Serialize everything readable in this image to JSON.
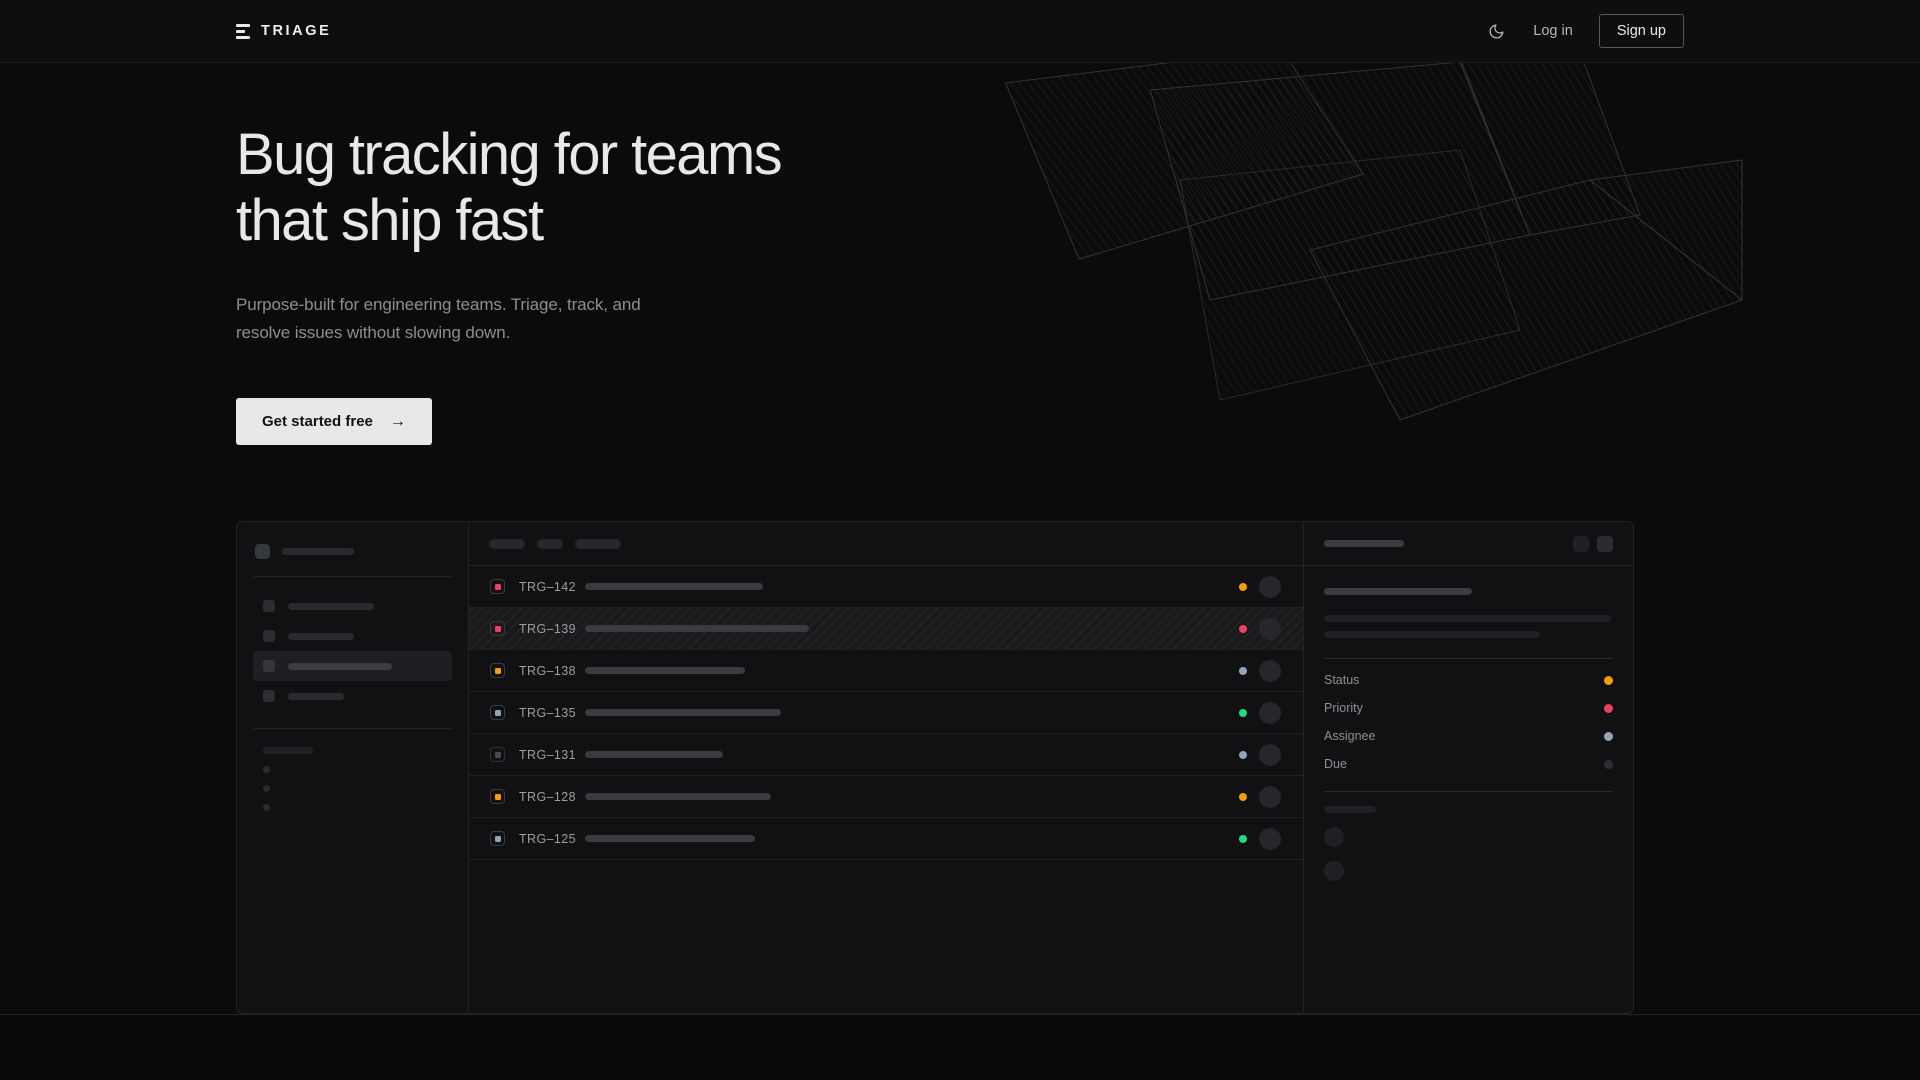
{
  "nav": {
    "brand": "TRIAGE",
    "theme_toggle_icon": "moon-icon",
    "login_label": "Log in",
    "signup_label": "Sign up"
  },
  "hero": {
    "headline": "Bug tracking for teams\nthat ship fast",
    "subhead": "Purpose-built for engineering teams. Triage, track, and\nresolve issues without slowing down.",
    "cta_label": "Get started free",
    "cta_arrow": "→"
  },
  "colors": {
    "page_bg": "#0b0b0c",
    "panel_bg": "#111113",
    "border": "#232327",
    "accent_orange": "#f59e0b",
    "accent_pink": "#ec4060",
    "accent_slate": "#94a3b8",
    "accent_green": "#22dd7a",
    "accent_muted": "#4a4b50",
    "cta_bg": "#e8e8e8",
    "text_primary": "#e8e8e9",
    "text_muted": "#8d8e91"
  },
  "app": {
    "sidebar": {
      "workspace_label_width": 72,
      "nav_items": [
        {
          "label_width": 86,
          "active": false
        },
        {
          "label_width": 66,
          "active": false
        },
        {
          "label_width": 104,
          "active": true
        },
        {
          "label_width": 56,
          "active": false
        }
      ],
      "section_label_width": 50,
      "mini_items": 3
    },
    "toolbar": {
      "chips": [
        36,
        26,
        46
      ]
    },
    "issues": [
      {
        "id": "TRG–142",
        "status_color": "#ec4060",
        "status_muted": false,
        "title_width": 178,
        "priority_color": "#f59e0b",
        "selected": false
      },
      {
        "id": "TRG–139",
        "status_color": "#ec4060",
        "status_muted": false,
        "title_width": 224,
        "priority_color": "#ec4060",
        "selected": true
      },
      {
        "id": "TRG–138",
        "status_color": "#f59e0b",
        "status_muted": false,
        "title_width": 160,
        "priority_color": "#94a3b8",
        "selected": false
      },
      {
        "id": "TRG–135",
        "status_color": "#94a3b8",
        "status_muted": false,
        "title_width": 196,
        "priority_color": "#22dd7a",
        "selected": false
      },
      {
        "id": "TRG–131",
        "status_color": "#4a4b50",
        "status_muted": true,
        "title_width": 138,
        "priority_color": "#94a3b8",
        "selected": false
      },
      {
        "id": "TRG–128",
        "status_color": "#f59e0b",
        "status_muted": false,
        "title_width": 186,
        "priority_color": "#f59e0b",
        "selected": false
      },
      {
        "id": "TRG–125",
        "status_color": "#94a3b8",
        "status_muted": false,
        "title_width": 170,
        "priority_color": "#22dd7a",
        "selected": false
      }
    ],
    "detail": {
      "header_skeleton_width": 80,
      "title_skeleton_width": 148,
      "body_line_widths": [
        287,
        216
      ],
      "meta": [
        {
          "label": "Status",
          "dot_color": "#f59e0b"
        },
        {
          "label": "Priority",
          "dot_color": "#ec4060"
        },
        {
          "label": "Assignee",
          "dot_color": "#94a3b8"
        },
        {
          "label": "Due",
          "dot_color": "#2d2e32"
        }
      ],
      "activity_label_width": 52,
      "activity_avatars": 2
    }
  }
}
